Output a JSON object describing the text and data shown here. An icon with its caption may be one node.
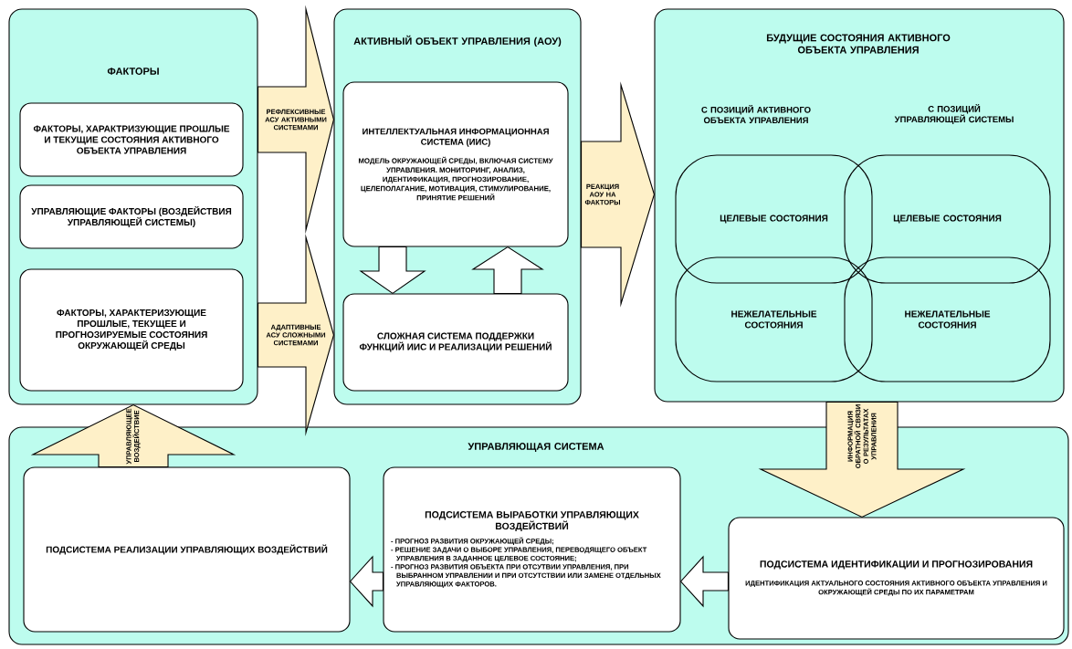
{
  "diagram": {
    "nodes": [
      {
        "text": [
          "ФАКТОРЫ"
        ]
      },
      {
        "text": [
          "ФАКТОРЫ, ХАРАКТРИЗУЮЩИЕ ПРОШЛЫЕ И ТЕКУЩИЕ СОСТОЯНИЯ АКТИВНОГО ОБЪЕКТА УПРАВЛЕНИЯ"
        ],
        "in": 0
      },
      {
        "text": [
          "УПРАВЛЯЮЩИЕ ФАКТОРЫ (ВОЗДЕЙСТВИЯ УПРАВЛЯЮЩЕЙ СИСТЕМЫ)"
        ],
        "in": 0
      },
      {
        "text": [
          "ФАКТОРЫ, ХАРАКТЕРИЗУЮЩИЕ ПРОШЛЫЕ, ТЕКУЩЕЕ И ПРОГНОЗИРУЕМЫЕ СОСТОЯНИЯ ОКРУЖАЮЩЕЙ СРЕДЫ"
        ],
        "in": 0
      },
      {
        "text": [
          "АКТИВНЫЙ ОБЪЕКТ УПРАВЛЕНИЯ (АОУ)"
        ]
      },
      {
        "text": [
          "ИНТЕЛЛЕКТУАЛЬНАЯ ИНФОРМАЦИОННАЯ СИСТЕМА (ИИС)",
          "МОДЕЛЬ ОКРУЖАЮЩЕЙ СРЕДЫ, ВКЛЮЧАЯ СИСТЕМУ УПРАВЛЕНИЯ. МОНИТОРИНГ, АНАЛИЗ, ИДЕНТИФИКАЦИЯ, ПРОГНОЗИРОВАНИЕ, ЦЕЛЕПОЛАГАНИЕ, МОТИВАЦИЯ, СТИМУЛИРОВАНИЕ, ПРИНЯТИЕ РЕШЕНИЙ"
        ],
        "in": 4
      },
      {
        "text": [
          "СЛОЖНАЯ СИСТЕМА ПОДДЕРЖКИ ФУНКЦИЙ ИИС И РЕАЛИЗАЦИИ РЕШЕНИЙ"
        ],
        "in": 4
      },
      {
        "text": [
          "БУДУЩИЕ СОСТОЯНИЯ АКТИВНОГО ОБЪЕКТА УПРАВЛЕНИЯ",
          "С ПОЗИЦИЙ АКТИВНОГО ОБЪЕКТА УПРАВЛЕНИЯ",
          "С ПОЗИЦИЙ УПРАВЛЯЮЩЕЙ СИСТЕМЫ"
        ]
      },
      {
        "text": [
          "ЦЕЛЕВЫЕ СОСТОЯНИЯ"
        ],
        "in": 7
      },
      {
        "text": [
          "ЦЕЛЕВЫЕ СОСТОЯНИЯ"
        ],
        "in": 7
      },
      {
        "text": [
          "НЕЖЕЛАТЕЛЬНЫЕ СОСТОЯНИЯ"
        ],
        "in": 7
      },
      {
        "text": [
          "НЕЖЕЛАТЕЛЬНЫЕ СОСТОЯНИЯ"
        ],
        "in": 7
      },
      {
        "text": [
          "УПРАВЛЯЮЩАЯ СИСТЕМА"
        ]
      },
      {
        "text": [
          "ПОДСИСТЕМА РЕАЛИЗАЦИИ УПРАВЛЯЮЩИХ ВОЗДЕЙСТВИЙ"
        ],
        "in": 12
      },
      {
        "text": [
          "ПОДСИСТЕМА ВЫРАБОТКИ УПРАВЛЯЮЩИХ ВОЗДЕЙСТВИЙ",
          "- ПРОГНОЗ РАЗВИТИЯ ОКРУЖАЮЩЕЙ СРЕДЫ;",
          "- РЕШЕНИЕ ЗАДАЧИ О ВЫБОРЕ УПРАВЛЕНИЯ, ПЕРЕВОДЯЩЕГО ОБЪЕКТ УПРАВЛЕНИЯ В ЗАДАННОЕ ЦЕЛЕВОЕ СОСТОЯНИЕ;",
          "- ПРОГНОЗ РАЗВИТИЯ ОБЪЕКТА ПРИ ОТСУТВИИ УПРАВЛЕНИЯ, ПРИ ВЫБРАННОМ УПРАВЛЕНИИ И ПРИ ОТСУТСТВИИ ИЛИ ЗАМЕНЕ ОТДЕЛЬНЫХ УПРАВЛЯЮЩИХ ФАКТОРОВ."
        ],
        "in": 12
      },
      {
        "text": [
          "ПОДСИСТЕМА ИДЕНТИФИКАЦИИ И ПРОГНОЗИРОВАНИЯ",
          "ИДЕНТИФИКАЦИЯ АКТУАЛЬНОГО СОСТОЯНИЯ АКТИВНОГО ОБЪЕКТА УПРАВЛЕНИЯ И ОКРУЖАЮЩЕЙ СРЕДЫ ПО ИХ ПАРАМЕТРАМ"
        ],
        "in": 12
      }
    ],
    "edges": [
      {
        "from": 0,
        "to": 4,
        "arrow": "to",
        "label": "РЕФЛЕКСИВНЫЕ АСУ АКТИВНЫМИ СИСТЕМАМИ"
      },
      {
        "from": 0,
        "to": 4,
        "arrow": "to",
        "label": "АДАПТИВНЫЕ АСУ СЛОЖНЫМИ СИСТЕМАМИ"
      },
      {
        "from": 5,
        "to": 6,
        "arrow": "to",
        "color": "#ffffff"
      },
      {
        "from": 6,
        "to": 5,
        "arrow": "to",
        "color": "#ffffff"
      },
      {
        "from": 4,
        "to": 7,
        "arrow": "to",
        "label": "РЕАКЦИЯ АОУ НА ФАКТОРЫ"
      },
      {
        "from": 7,
        "to": 15,
        "arrow": "to",
        "label": "ИНФОРМАЦИЯ ОБРАТНОЙ СВЯЗИ О РЕЗУЛЬТАТАХ УПРАВЛЕНИЯ"
      },
      {
        "from": 15,
        "to": 14,
        "arrow": "to",
        "color": "#ffffff"
      },
      {
        "from": 14,
        "to": 13,
        "arrow": "to",
        "color": "#ffffff"
      },
      {
        "from": 13,
        "to": 0,
        "arrow": "to",
        "label": "УПРАВЛЯЮЩЕЕ ВОЗДЕЙСТВИЕ"
      }
    ]
  }
}
